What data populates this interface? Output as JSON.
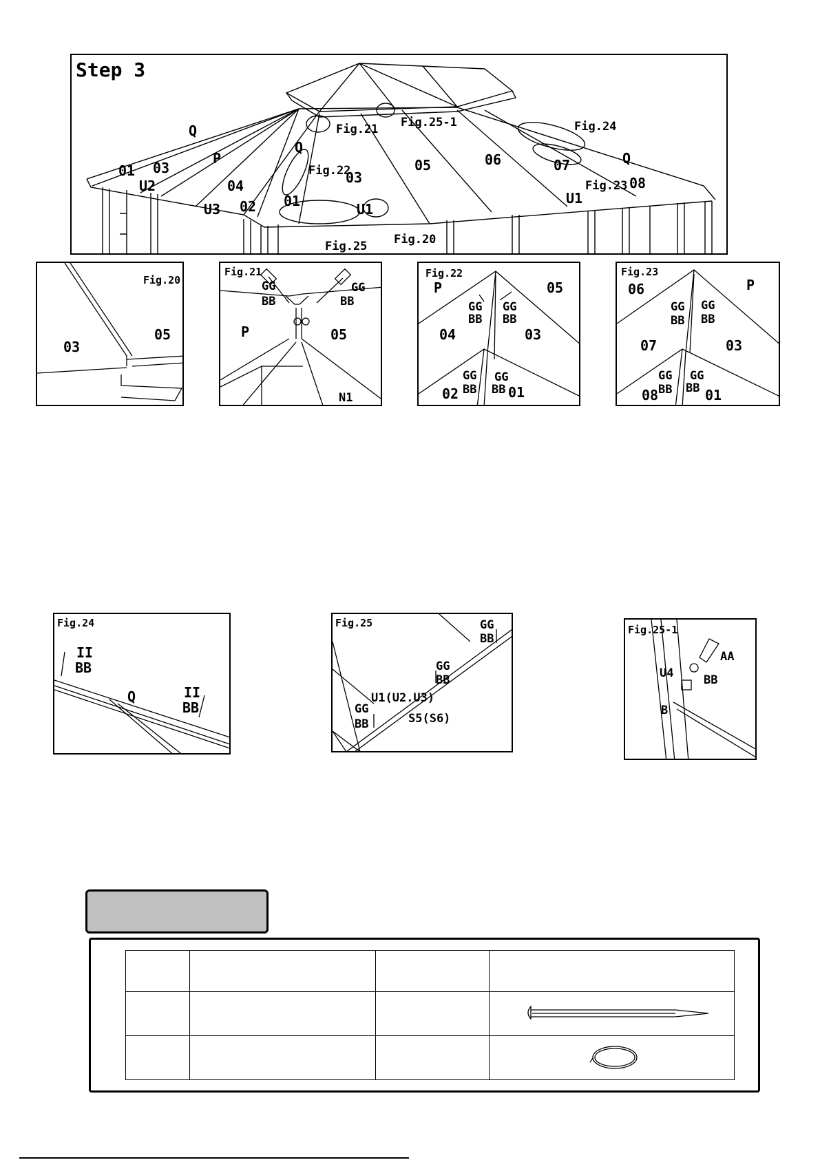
{
  "step": {
    "title": "Step 3"
  },
  "main_figure": {
    "labels": {
      "q_left": "Q",
      "q_mid": "Q",
      "q_right": "Q",
      "p": "P",
      "p01": "01",
      "p02": "02",
      "p03a": "03",
      "p03b": "03",
      "p04": "04",
      "p05": "05",
      "p06": "06",
      "p07": "07",
      "p08": "08",
      "p01b": "01",
      "u1a": "U1",
      "u1b": "U1",
      "u2": "U2",
      "u3": "U3",
      "fig20": "Fig.20",
      "fig21": "Fig.21",
      "fig22": "Fig.22",
      "fig23": "Fig.23",
      "fig24": "Fig.24",
      "fig25": "Fig.25",
      "fig25_1": "Fig.25-1"
    }
  },
  "fig20": {
    "title": "Fig.20",
    "l1": "03",
    "l2": "05"
  },
  "fig21": {
    "title": "Fig.21",
    "gg1": "GG",
    "bb1": "BB",
    "gg2": "GG",
    "bb2": "BB",
    "p": "P",
    "p05": "05",
    "n1": "N1"
  },
  "fig22": {
    "title": "Fig.22",
    "p": "P",
    "p05": "05",
    "gg1": "GG",
    "bb1": "BB",
    "gg2": "GG",
    "bb2": "BB",
    "p04": "04",
    "p03": "03",
    "gg3": "GG",
    "bb3": "BB",
    "gg4": "GG",
    "bb4": "BB",
    "p02": "02",
    "p01": "01"
  },
  "fig23": {
    "title": "Fig.23",
    "p06": "06",
    "p": "P",
    "gg1": "GG",
    "bb1": "BB",
    "gg2": "GG",
    "bb2": "BB",
    "p07": "07",
    "p03": "03",
    "gg3": "GG",
    "bb3": "BB",
    "gg4": "GG",
    "bb4": "BB",
    "p08": "08",
    "p01": "01"
  },
  "fig24": {
    "title": "Fig.24",
    "ii1": "II",
    "bb1": "BB",
    "q": "Q",
    "ii2": "II",
    "bb2": "BB"
  },
  "fig25": {
    "title": "Fig.25",
    "gg1": "GG",
    "bb1": "BB",
    "gg2": "GG",
    "bb2": "BB",
    "u1": "U1(U2.U3)",
    "gg3": "GG",
    "bb3": "BB",
    "s5": "S5(S6)"
  },
  "fig25_1": {
    "title": "Fig.25-1",
    "aa": "AA",
    "u4": "U4",
    "bb": "BB",
    "b": "B"
  },
  "hardware": {
    "rows": [
      {
        "icon": "stake-icon"
      },
      {
        "icon": "ring-icon"
      }
    ]
  }
}
